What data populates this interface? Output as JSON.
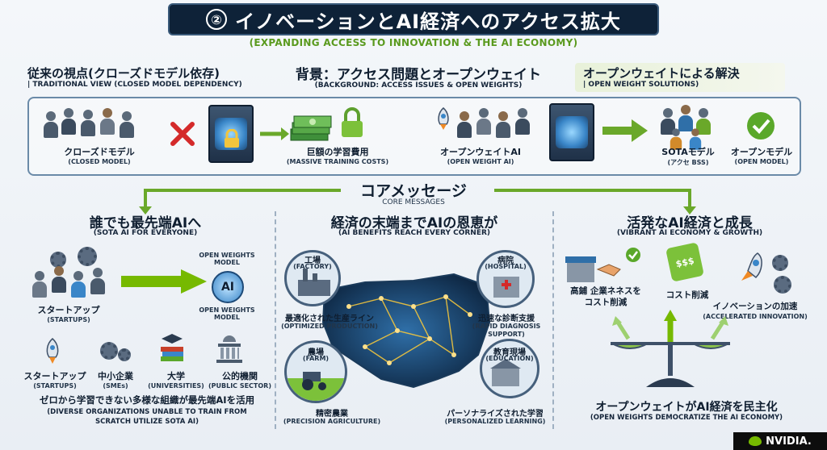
{
  "title": {
    "number": "②",
    "jp": "イノベーションとAI経済へのアクセス拡大",
    "en": "(EXPANDING ACCESS TO INNOVATION & THE AI ECONOMY)"
  },
  "background": {
    "traditional": {
      "jp": "従来の視点(クローズドモデル依存)",
      "en": "| TRADITIONAL VIEW (CLOSED MODEL DEPENDENCY)"
    },
    "center": {
      "jp": "背景：アクセス問題とオープンウェイト",
      "en": "(BACKGROUND: ACCESS ISSUES & OPEN WEIGHTS)"
    },
    "solution": {
      "jp": "オープンウェイトによる解決",
      "en": "| OPEN WEIGHT SOLUTIONS)"
    },
    "closed_model": {
      "jp": "クローズドモデル",
      "en": "(CLOSED MODEL)"
    },
    "training_costs": {
      "jp": "巨額の学習費用",
      "en": "(MASSIVE TRAINING COSTS)"
    },
    "open_weight_ai": {
      "jp": "オープンウェイトAI",
      "en": "(OPEN WEIGHT AI)"
    },
    "sota_model": {
      "jp": "SOTAモデル",
      "en": "(アクセ BSS)"
    },
    "open_model": {
      "jp": "オープンモデル",
      "en": "(OPEN MODEL)"
    }
  },
  "core": {
    "jp": "コアメッセージ",
    "en": "CORE MESSAGES"
  },
  "col1": {
    "jp": "誰でも最先端AIへ",
    "en": "(SOTA AI FOR EVERYONE)",
    "open_weights_top": "OPEN WEIGHTS\nMODEL",
    "open_weights_bottom": "OPEN WEIGHTS\nMODEL",
    "ai_chip": "AI",
    "startups_big": {
      "jp": "スタートアップ",
      "en": "(STARTUPS)"
    },
    "orgs": [
      {
        "jp": "スタートアップ",
        "en": "(STARTUPS)"
      },
      {
        "jp": "中小企業",
        "en": "(SMEs)"
      },
      {
        "jp": "大学",
        "en": "(UNIVERSITIES)"
      },
      {
        "jp": "公的機関",
        "en": "(PUBLIC SECTOR)"
      }
    ],
    "footer_jp": "ゼロから学習できない多様な組織が最先端AIを活用",
    "footer_en": "(DIVERSE ORGANIZATIONS UNABLE TO TRAIN FROM\nSCRATCH UTILIZE SOTA AI)"
  },
  "col2": {
    "jp": "経済の末端までAIの恩恵が",
    "en": "(AI BENEFITS REACH EVERY CORNER)",
    "factory": {
      "jp": "工場",
      "en": "(FACTORY)"
    },
    "hospital": {
      "jp": "病院",
      "en": "(HOSPITAL)"
    },
    "farm": {
      "jp": "農場",
      "en": "(FARM)"
    },
    "education": {
      "jp": "教育現場",
      "en": "(EDUCATION)"
    },
    "optimized": {
      "jp": "最適化された生産ライン",
      "en": "(OPTIMIZED PRODUCTION)"
    },
    "diagnosis": {
      "jp": "迅速な診断支援",
      "en": "(RAPID DIAGNOSIS\nSUPPORT)"
    },
    "precision": {
      "jp": "精密農業",
      "en": "(PRECISION AGRICULTURE)"
    },
    "personalized": {
      "jp": "パーソナライズされた学習",
      "en": "(PERSONALIZED LEARNING)"
    }
  },
  "col3": {
    "jp": "活発なAI経済と成長",
    "en": "(VIBRANT AI ECONOMY & GROWTH)",
    "cost_tag": "$$$",
    "business": "高鋪 企業ネネスを\nコスト削減",
    "cost": "コスト削減",
    "innovation_jp": "イノベーションの加速",
    "innovation_en": "(ACCELERATED INNOVATION)",
    "footer_jp": "オープンウェイトがAI経済を民主化",
    "footer_en": "(OPEN WEIGHTS DEMOCRATIZE THE AI ECONOMY)"
  },
  "brand": "NVIDIA.",
  "colors": {
    "navy": "#0e2238",
    "green": "#76b900",
    "accent_green": "#5a9a1e",
    "panel_border": "#6a8aa8"
  }
}
